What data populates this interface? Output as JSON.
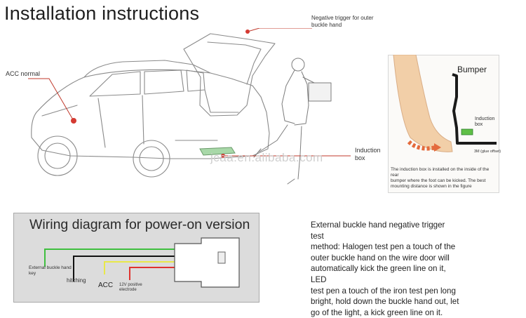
{
  "title": "Installation instructions",
  "labels": {
    "negative_trigger_line1": "Negative trigger for outer",
    "negative_trigger_line2": "buckle hand",
    "acc_normal": "ACC normal",
    "induction_box_line1": "Induction",
    "induction_box_line2": "box",
    "watermark": "jcaa.en.alibaba.com"
  },
  "inset": {
    "bumper": "Bumper",
    "induction_line1": "Induction",
    "induction_line2": "box",
    "tape": "3M (glue offset)",
    "note_line1": "The induction box is installed on the inside of the rear",
    "note_line2": "bumper where the foot can be kicked. The best",
    "note_line3": "mounting distance is shown in the figure"
  },
  "wiring": {
    "title": "Wiring diagram for power-on version",
    "external_key_line1": "External buckle hand",
    "external_key_line2": "key",
    "hitching": "hitching",
    "acc": "ACC",
    "positive_line1": "12V positive",
    "positive_line2": "electrode",
    "colors": {
      "green": "#3fbf3f",
      "black": "#111111",
      "yellow": "#e8e84a",
      "red": "#e0332f"
    }
  },
  "description": {
    "lines": [
      "External buckle hand negative trigger test",
      "method: Halogen test pen a touch of the",
      "outer buckle hand on the wire door will",
      "automatically kick the green line on it, LED",
      "test pen a touch of the iron test pen long",
      "bright, hold down the buckle hand out, let",
      "go of the light, a kick green line on it."
    ]
  }
}
